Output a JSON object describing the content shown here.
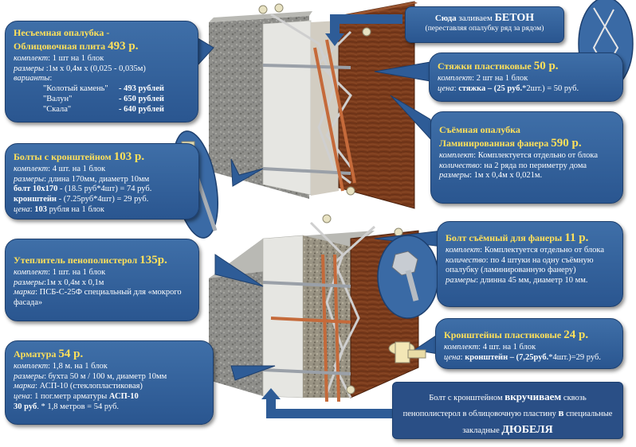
{
  "colors": {
    "callout": "#2f5f9e",
    "title": "#ffe15a",
    "text": "#ffffff",
    "concrete": "#8a8a86",
    "insulation": "#e4e4e0",
    "plywood": "#7a3b1c",
    "rebar": "#c56a3a"
  },
  "c1": {
    "t1": "Несъемная опалубка -",
    "t2": "Облицовочная плита ",
    "price": "493 р.",
    "l1a": "комплект",
    "l1b": ": 1 шт на 1 блок",
    "l2a": "размеры",
    "l2b": " :1м х 0,4м х (0,025 - 0,035м)",
    "l3": "варианты",
    "l3b": ":",
    "variants": [
      {
        "name": "\"Колотый камень\"",
        "price": "- 493 рублей"
      },
      {
        "name": "\"Валун\"",
        "price": "- 650 рублей"
      },
      {
        "name": "\"Скала\"",
        "price": "- 640 рублей"
      }
    ]
  },
  "c2": {
    "t": "Болты с кронштейном ",
    "price": "103 р.",
    "l1a": "комплект",
    "l1b": ": 4 шт. на 1 блок",
    "l2a": "размеры",
    "l2b": ": длина 170мм, диаметр 10мм",
    "l3a": "болт 10х170",
    "l3b": " - (18.5 руб*4шт) = 74 руб.",
    "l4a": "кронштейн",
    "l4b": "  - (7.25руб*4шт) = 29 руб.",
    "l5a": "цена",
    "l5b": ": ",
    "l5c": "103",
    "l5d": " рубля на 1 блок"
  },
  "c3": {
    "t": "Утеплитель пенополистерол ",
    "price": "135р.",
    "l1a": "комплект",
    "l1b": ": 1 шт. на 1 блок",
    "l2a": "размеры",
    "l2b": ":1м х 0,4м х 0,1м",
    "l3a": "марка",
    "l3b": ": ПСБ-С-25Ф специальный для «мокрого фасада»"
  },
  "c4": {
    "t": "Арматура ",
    "price": "54 р.",
    "l1a": "комплект",
    "l1b": ": 1,8 м. на 1 блок",
    "l2a": "размеры",
    "l2b": ": бухта 50 м / 100 м, диаметр 10мм",
    "l3a": "марка",
    "l3b": ": АСП-10 (стеклопластиковая)",
    "l4a": "цена",
    "l4b": ": 1 пог.метр арматуры ",
    "l4c": "АСП-10",
    "l5a": "30 руб",
    "l5b": ". * 1,8 метров = 54 руб."
  },
  "c5": {
    "t1": "Сюда",
    "t2": " заливаем ",
    "t3": "БЕТОН",
    "sub": "(переставляя опалубку ряд за рядом)"
  },
  "c6": {
    "t": "Стяжки пластиковые ",
    "price": "50 р.",
    "l1a": "комплект",
    "l1b": ": 2 шт на 1 блок",
    "l2a": "цена",
    "l2b": ": ",
    "l2c": "стяжка – (25 руб.",
    "l2d": "*2шт.) = 50 руб."
  },
  "c7": {
    "t1": "Съёмная опалубка",
    "t2": "Ламинированная фанера ",
    "price": "590 р.",
    "l1a": "комплект",
    "l1b": ": Комплектуется отдельно от блока",
    "l2a": "количество",
    "l2b": ": на 2 ряда по периметру дома",
    "l3a": "размеры",
    "l3b": ": 1м х 0,4м х 0,021м."
  },
  "c8": {
    "t": "Болт съёмный для фанеры ",
    "price": "11 р.",
    "l1a": "комплект",
    "l1b": ": Комплектуется отдельно от блока",
    "l2a": "количество",
    "l2b": ": по 4 штуки на одну съёмную опалубку (ламинированную фанеру)",
    "l3a": "размеры",
    "l3b": ": длинна 45 мм, диаметр 10 мм."
  },
  "c9": {
    "t": "Кронштейны пластиковые ",
    "price": "24 р.",
    "l1a": "комплект",
    "l1b": ": 4 шт. на 1 блок",
    "l2a": "цена",
    "l2b": ": ",
    "l2c": "кронштейн – (7,25руб.",
    "l2d": "*4шт.)=29 руб."
  },
  "c10": {
    "a": "Болт с кронштейном ",
    "b": "вкручиваем",
    "c": " сквозь пенополистерол в облицовочную пластину ",
    "d": "в",
    "e": " специальные закладные ",
    "f": "ДЮБЕЛЯ"
  }
}
